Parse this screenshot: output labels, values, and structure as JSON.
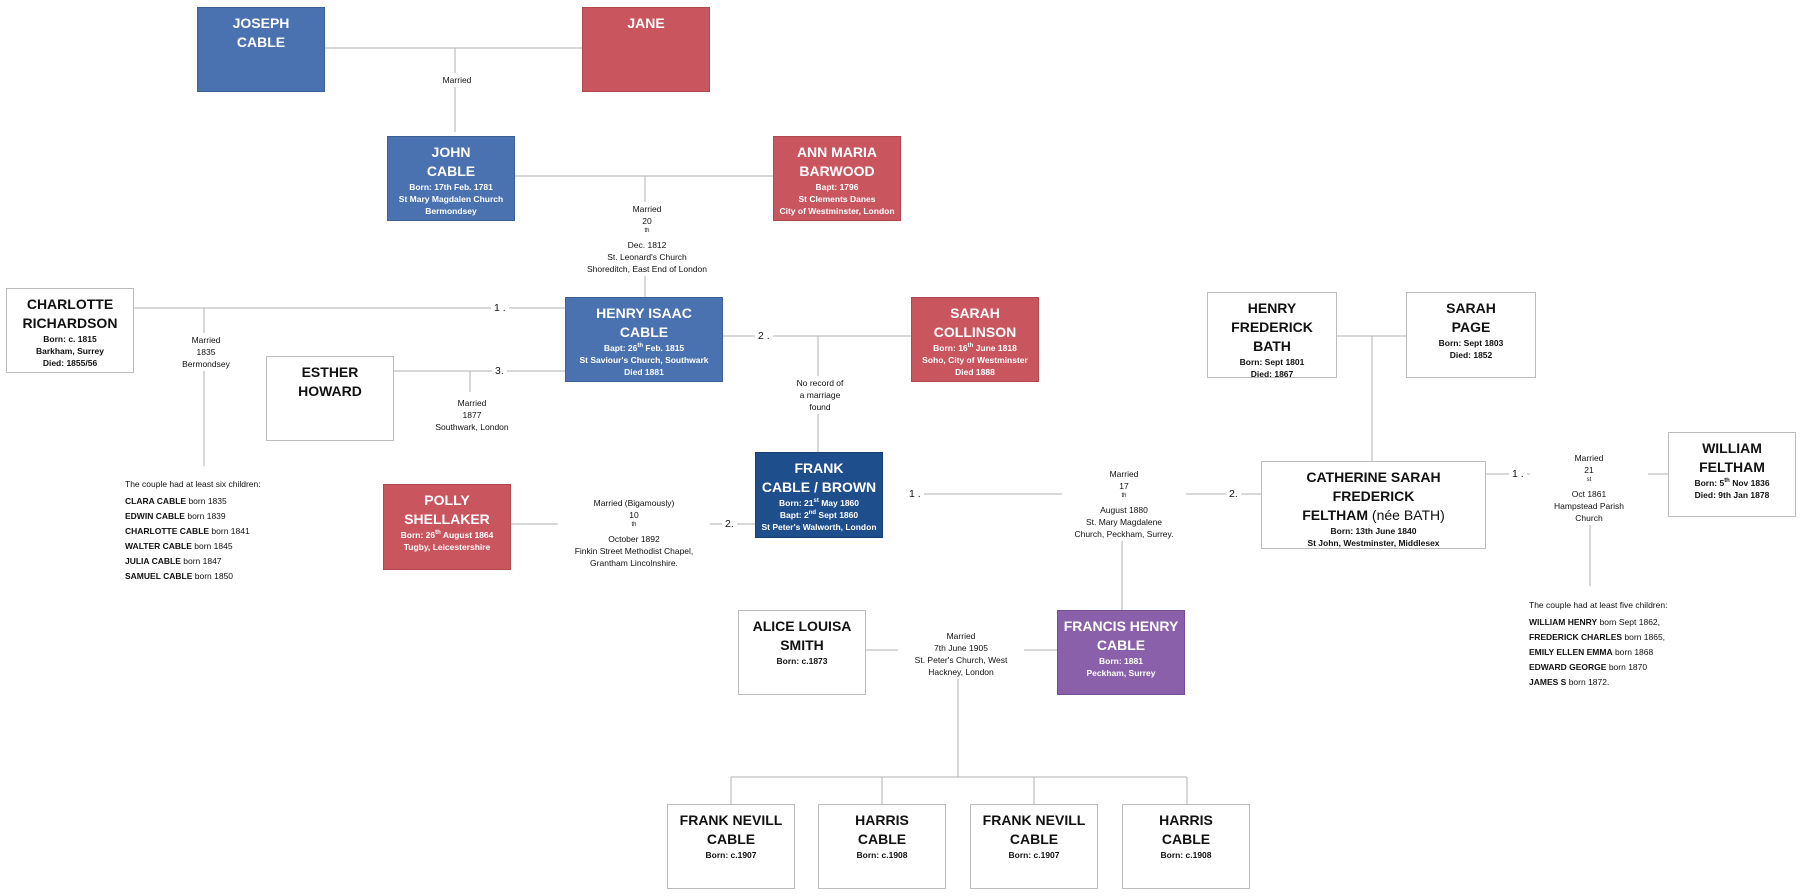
{
  "people": {
    "joseph": {
      "name": [
        "JOSEPH",
        "CABLE"
      ],
      "details": []
    },
    "jane": {
      "name": [
        "JANE"
      ],
      "details": []
    },
    "john": {
      "name": [
        "JOHN",
        "CABLE"
      ],
      "details": [
        "Born: 17th Feb. 1781",
        "St Mary Magdalen Church",
        "Bermondsey"
      ]
    },
    "ann": {
      "name": [
        "ANN MARIA",
        "BARWOOD"
      ],
      "details": [
        "Bapt: 1796",
        "St Clements Danes",
        "City of Westminster, London"
      ]
    },
    "charlotte": {
      "name": [
        "CHARLOTTE",
        "RICHARDSON"
      ],
      "details": [
        "Born: c. 1815",
        "Barkham, Surrey",
        "Died: 1855/56"
      ]
    },
    "henry": {
      "name": [
        "HENRY ISAAC",
        "CABLE"
      ],
      "details": [
        "Bapt: 26",
        "th",
        " Feb. 1815",
        "St Saviour's Church, Southwark",
        "Died 1881"
      ]
    },
    "sarahc": {
      "name": [
        "SARAH",
        "COLLINSON"
      ],
      "details": [
        "Born: 16",
        "th",
        " June 1818",
        "Soho, City of Westminster",
        "Died 1888"
      ]
    },
    "esther": {
      "name": [
        "ESTHER",
        "HOWARD"
      ],
      "details": []
    },
    "hfbath": {
      "name": [
        "HENRY FREDERICK",
        "BATH"
      ],
      "details": [
        "Born: Sept 1801",
        "Died: 1867"
      ]
    },
    "sarahp": {
      "name": [
        "SARAH",
        "PAGE"
      ],
      "details": [
        "Born: Sept 1803",
        "Died: 1852"
      ]
    },
    "frank": {
      "name": [
        "FRANK",
        "CABLE / BROWN"
      ],
      "details": [
        "Born: 21",
        "st",
        " May 1860",
        "Bapt: 2",
        "nd",
        " Sept 1860",
        "St Peter's Walworth, London"
      ]
    },
    "polly": {
      "name": [
        "POLLY",
        "SHELLAKER"
      ],
      "details": [
        "Born: 26",
        "th",
        " August 1864",
        "Tugby, Leicestershire"
      ]
    },
    "catherine": {
      "name": [
        "CATHERINE SARAH FREDERICK",
        "FELTHAM",
        " (née BATH)"
      ],
      "details": [
        "Born: 13th June 1840",
        "St John, Westminster, Middlesex"
      ]
    },
    "william": {
      "name": [
        "WILLIAM",
        "FELTHAM"
      ],
      "details": [
        "Born: 5",
        "th",
        " Nov 1836",
        "Died: 9th Jan 1878"
      ]
    },
    "alice": {
      "name": [
        "ALICE LOUISA",
        "SMITH"
      ],
      "details": [
        "Born: c.1873"
      ]
    },
    "francis": {
      "name": [
        "FRANCIS HENRY",
        "CABLE"
      ],
      "details": [
        "Born: 1881",
        "Peckham, Surrey"
      ]
    },
    "kid1": {
      "name": [
        "FRANK NEVILL",
        "CABLE"
      ],
      "details": [
        "Born: c.1907"
      ]
    },
    "kid2": {
      "name": [
        "HARRIS",
        "CABLE"
      ],
      "details": [
        "Born: c.1908"
      ]
    },
    "kid3": {
      "name": [
        "FRANK NEVILL",
        "CABLE"
      ],
      "details": [
        "Born: c.1907"
      ]
    },
    "kid4": {
      "name": [
        "HARRIS",
        "CABLE"
      ],
      "details": [
        "Born: c.1908"
      ]
    }
  },
  "marriages": {
    "m1": [
      "Married"
    ],
    "m2": [
      "Married",
      "20",
      "th",
      " Dec. 1812",
      "St. Leonard's Church",
      "Shoreditch, East End of London"
    ],
    "m3": [
      "Married",
      "1835",
      "Bermondsey"
    ],
    "m4": [
      "Married",
      "1877",
      "Southwark, London"
    ],
    "m5": [
      "No record of",
      "a marriage",
      "found"
    ],
    "m6": [
      "Married (Bigamously)",
      "10",
      "th",
      " October 1892",
      "Finkin Street Methodist Chapel,",
      "Grantham Lincolnshire."
    ],
    "m7": [
      "Married",
      "17",
      "th",
      " August 1880",
      "St. Mary Magdalene",
      "Church, Peckham, Surrey."
    ],
    "m8": [
      "Married",
      "21",
      "st",
      " Oct 1861",
      "Hampstead Parish",
      "Church"
    ],
    "m9": [
      "Married",
      "7th June 1905",
      "St. Peter's Church, West",
      "Hackney, London"
    ]
  },
  "numbers": {
    "n1": "1 .",
    "n2": "2 .",
    "n3": "3.",
    "n4": "2.",
    "n5": "1 .",
    "n6": "2.",
    "n7": "1 ."
  },
  "children_lists": {
    "cable": {
      "intro": "The couple had at least six children:",
      "items": [
        {
          "name": "CLARA CABLE",
          "rest": " born 1835"
        },
        {
          "name": "EDWIN CABLE",
          "rest": " born 1839"
        },
        {
          "name": "CHARLOTTE CABLE",
          "rest": " born 1841"
        },
        {
          "name": "WALTER CABLE",
          "rest": " born 1845"
        },
        {
          "name": "JULIA CABLE",
          "rest": " born 1847"
        },
        {
          "name": "SAMUEL CABLE",
          "rest": " born 1850"
        }
      ]
    },
    "feltham": {
      "intro": "The couple had at least five children:",
      "items": [
        {
          "name": "WILLIAM HENRY",
          "rest": " born Sept 1862,"
        },
        {
          "name": "FREDERICK CHARLES",
          "rest": " born 1865,"
        },
        {
          "name": "EMILY ELLEN EMMA",
          "rest": " born 1868"
        },
        {
          "name": "EDWARD GEORGE",
          "rest": " born 1870"
        },
        {
          "name": "JAMES S",
          "rest": " born 1872."
        }
      ]
    }
  },
  "colors": {
    "male": "#4a72b0",
    "female": "#c9565f",
    "frank": "#1f4e8c",
    "francis": "#8a60aa",
    "line": "#b0b0b0"
  }
}
